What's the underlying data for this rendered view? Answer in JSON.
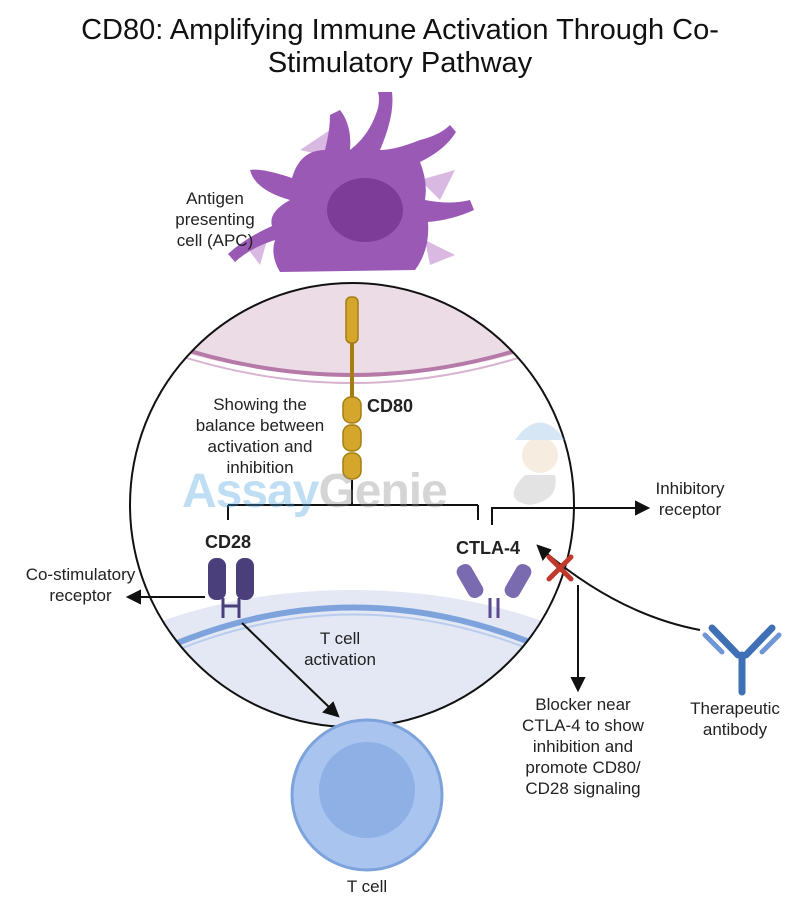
{
  "title": {
    "line1": "CD80: Amplifying Immune Activation Through Co-",
    "line2": "Stimulatory Pathway"
  },
  "labels": {
    "apc": [
      "Antigen",
      "presenting",
      "cell (APC)"
    ],
    "balance": [
      "Showing the",
      "balance between",
      "activation and",
      "inhibition"
    ],
    "cd80": "CD80",
    "cd28": "CD28",
    "ctla4": "CTLA-4",
    "inhibitory": [
      "Inhibitory",
      "receptor"
    ],
    "costim": [
      "Co-stimulatory",
      "receptor"
    ],
    "tact": [
      "T cell",
      "activation"
    ],
    "blocker": [
      "Blocker near",
      "CTLA-4 to show",
      "inhibition and",
      "promote CD80/",
      "CD28 signaling"
    ],
    "antibody": [
      "Therapeutic",
      "antibody"
    ],
    "tcell": "T cell"
  },
  "watermark": {
    "part1": "Assay",
    "part2": "Genie"
  },
  "colors": {
    "apc": "#9b59b6",
    "apc_nucleus": "#7d3c98",
    "membrane_apc": "#e8d6e3",
    "cd80": "#d4a72c",
    "tcell": "#a9c4ef",
    "receptor": "#5b4a8e",
    "antibody": "#3f6fb5",
    "block": "#c0392b"
  }
}
